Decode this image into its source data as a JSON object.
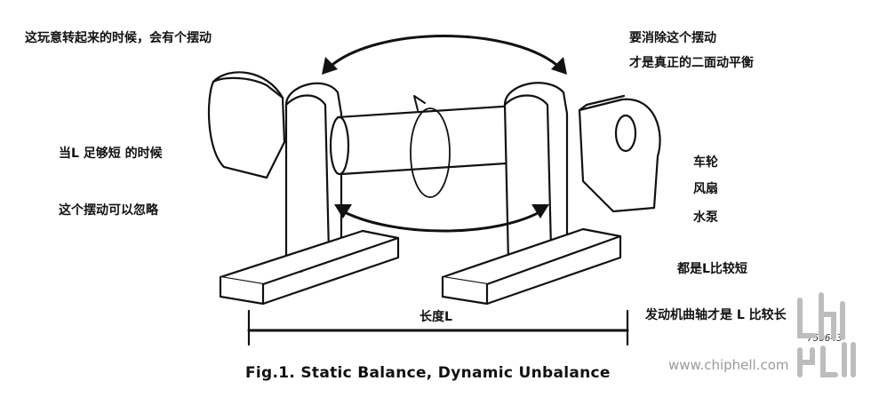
{
  "labels": {
    "top_left": "这玩意转起来的时候，会有个摆动",
    "top_right_1": "要消除这个摆动",
    "top_right_2": "才是真正的二面动平衡",
    "left_1": "当L 足够短 的时候",
    "left_2": "这个摆动可以忽略",
    "right_1": "车轮",
    "right_2": "风扇",
    "right_3": "水泵",
    "right_4": "都是L比较短",
    "bottom_right": "发动机曲轴才是 L 比较长",
    "length": "长度L"
  },
  "caption": "Fig.1.  Static Balance, Dynamic Unbalance",
  "figure_number": "750643",
  "watermark": "www.chiphell.com",
  "colors": {
    "ink": "#111111",
    "background": "#ffffff",
    "watermark": "#9a9a9a"
  }
}
